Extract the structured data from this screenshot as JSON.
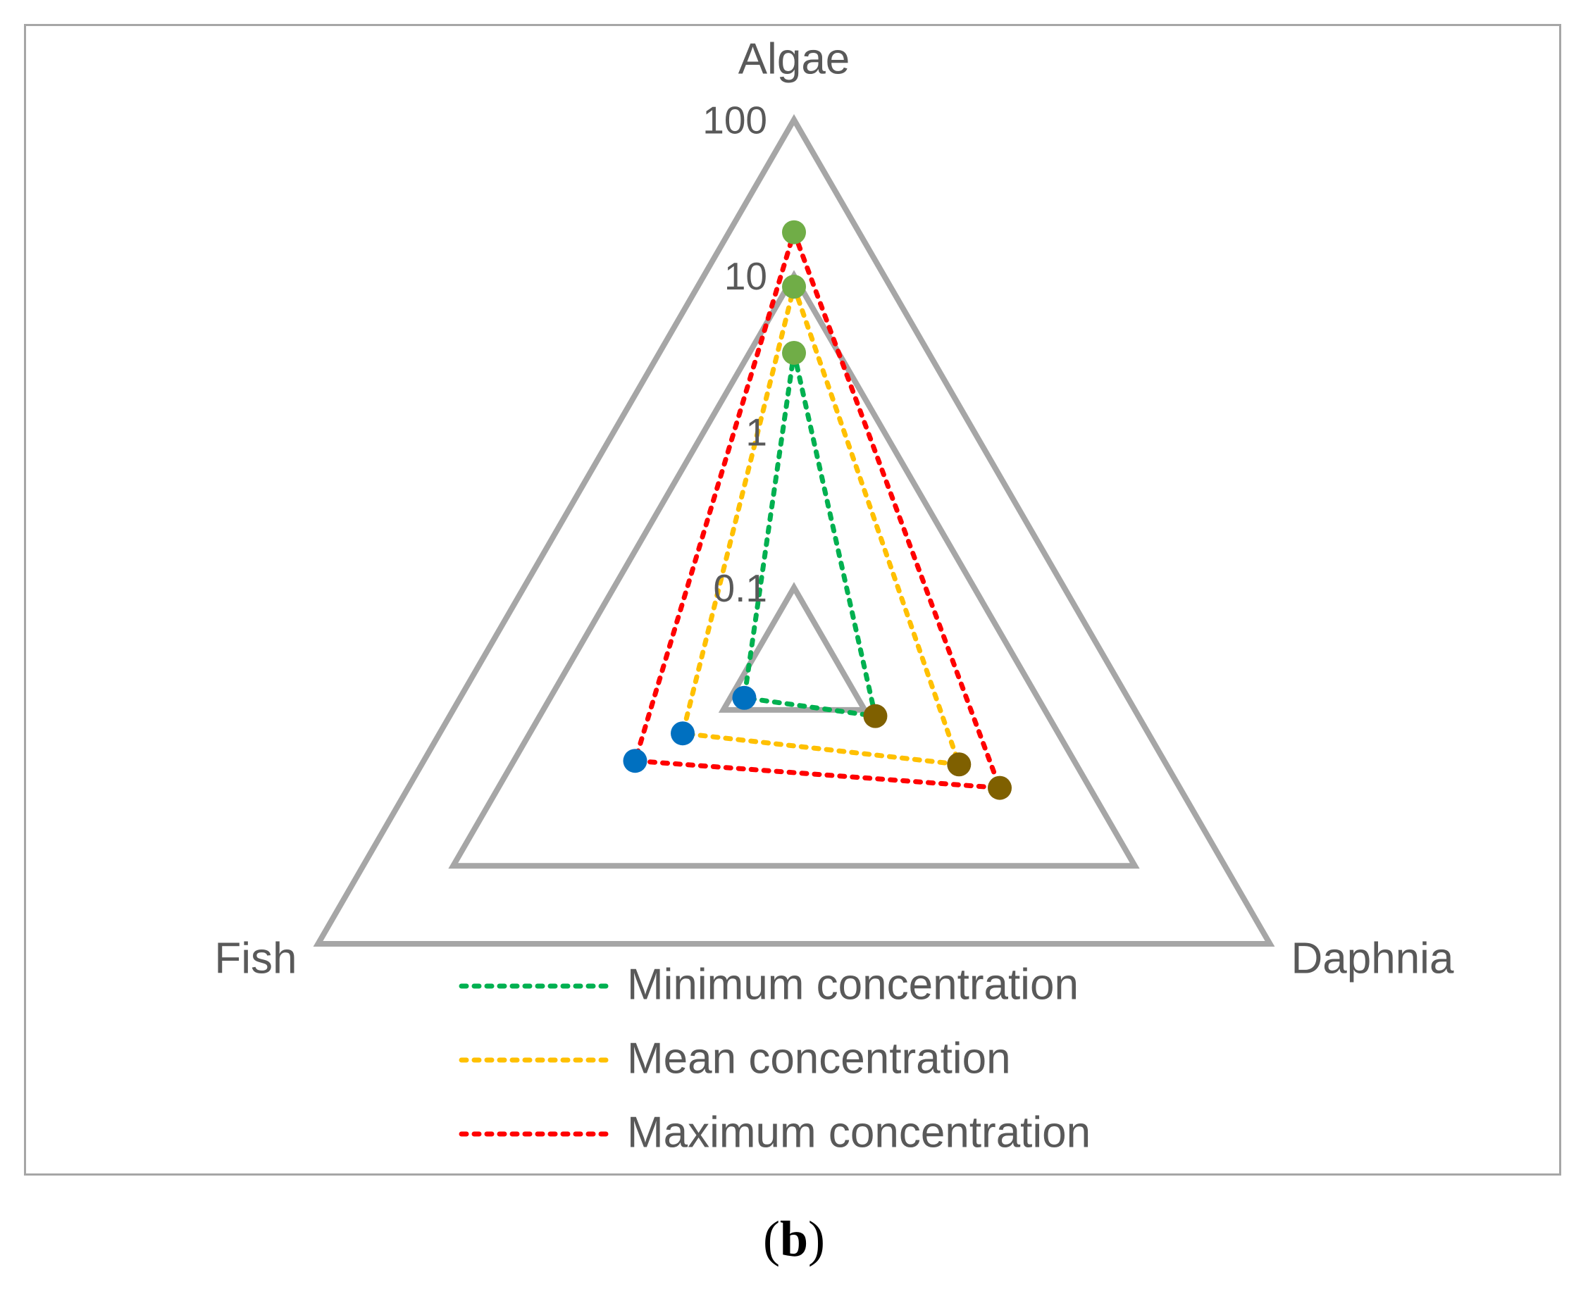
{
  "chart_data": {
    "type": "radar",
    "scale": "log",
    "axes": [
      "Algae",
      "Daphnia",
      "Fish"
    ],
    "ticks": [
      {
        "value": 0.1,
        "label": "0.1"
      },
      {
        "value": 1,
        "label": "1"
      },
      {
        "value": 10,
        "label": "10"
      },
      {
        "value": 100,
        "label": "100"
      }
    ],
    "gridlines": [
      0.1,
      10,
      100
    ],
    "range": [
      0.03,
      100
    ],
    "marker_colors": {
      "Algae": "#70ad47",
      "Daphnia": "#7f6000",
      "Fish": "#0070c0"
    },
    "series": [
      {
        "name": "Minimum concentration",
        "color": "#00b050",
        "values": [
          3.2,
          0.12,
          0.07
        ]
      },
      {
        "name": "Mean concentration",
        "color": "#ffc000",
        "values": [
          8.5,
          0.5,
          0.2
        ]
      },
      {
        "name": "Maximum concentration",
        "color": "#ff0000",
        "values": [
          19,
          1.0,
          0.45
        ]
      }
    ]
  },
  "caption": {
    "paren_open": "(",
    "letter": "b",
    "paren_close": ")"
  }
}
